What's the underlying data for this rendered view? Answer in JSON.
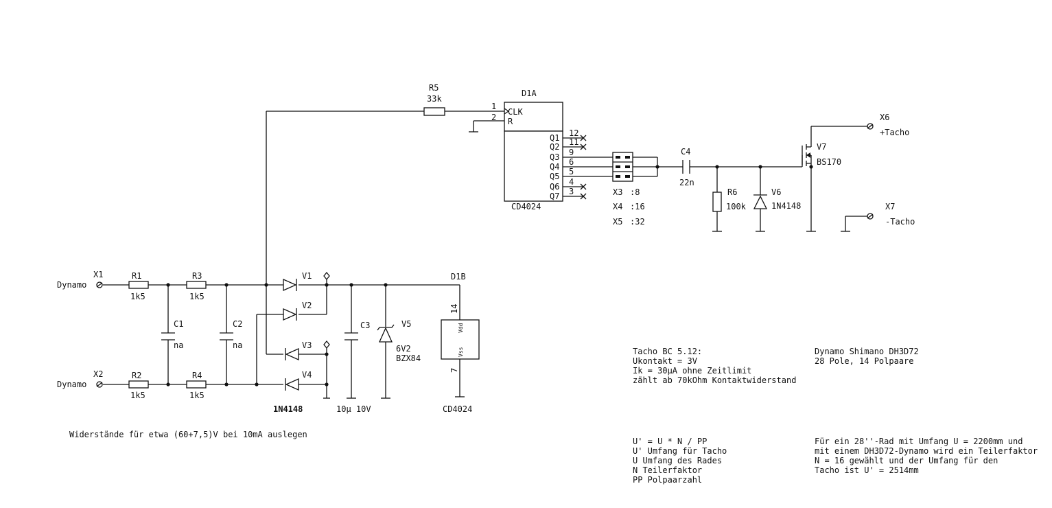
{
  "components": {
    "r5": {
      "ref": "R5",
      "value": "33k"
    },
    "d1a": {
      "ref": "D1A",
      "part": "CD4024",
      "pins": [
        {
          "num": "1",
          "name": "CLK"
        },
        {
          "num": "2",
          "name": "R"
        },
        {
          "num": "12",
          "name": "Q1"
        },
        {
          "num": "11",
          "name": "Q2"
        },
        {
          "num": "9",
          "name": "Q3"
        },
        {
          "num": "6",
          "name": "Q4"
        },
        {
          "num": "5",
          "name": "Q5"
        },
        {
          "num": "4",
          "name": "Q6"
        },
        {
          "num": "3",
          "name": "Q7"
        }
      ]
    },
    "jumpers": [
      {
        "ref": "X3",
        "ratio": ":8"
      },
      {
        "ref": "X4",
        "ratio": ":16"
      },
      {
        "ref": "X5",
        "ratio": ":32"
      }
    ],
    "c4": {
      "ref": "C4",
      "value": "22n"
    },
    "r6": {
      "ref": "R6",
      "value": "100k"
    },
    "v6": {
      "ref": "V6",
      "value": "1N4148"
    },
    "v7": {
      "ref": "V7",
      "value": "BS170"
    },
    "x6": {
      "ref": "X6",
      "label": "+Tacho"
    },
    "x7": {
      "ref": "X7",
      "label": "-Tacho"
    },
    "x1": {
      "ref": "X1",
      "label": "Dynamo"
    },
    "x2": {
      "ref": "X2",
      "label": "Dynamo"
    },
    "r1": {
      "ref": "R1",
      "value": "1k5"
    },
    "r2": {
      "ref": "R2",
      "value": "1k5"
    },
    "r3": {
      "ref": "R3",
      "value": "1k5"
    },
    "r4": {
      "ref": "R4",
      "value": "1k5"
    },
    "c1": {
      "ref": "C1",
      "value": "na"
    },
    "c2": {
      "ref": "C2",
      "value": "na"
    },
    "c3": {
      "ref": "C3",
      "value": "10µ 10V"
    },
    "v1": {
      "ref": "V1"
    },
    "v2": {
      "ref": "V2"
    },
    "v3": {
      "ref": "V3"
    },
    "v4": {
      "ref": "V4"
    },
    "bridge_part": "1N4148",
    "v5": {
      "ref": "V5",
      "value": "6V2",
      "part": "BZX84"
    },
    "d1b": {
      "ref": "D1B",
      "part": "CD4024",
      "pin_vdd": "14",
      "pin_vss": "7",
      "vdd": "Vdd",
      "vss": "Vss"
    }
  },
  "notes": {
    "resistor_note": "Widerstände für etwa (60+7,5)V bei 10mA auslegen",
    "tacho": [
      "Tacho BC 5.12:",
      "Ukontakt = 3V",
      "Ik = 30µA ohne Zeitlimit",
      "zählt ab 70kOhm Kontaktwiderstand"
    ],
    "dynamo": [
      "Dynamo Shimano DH3D72",
      "28 Pole, 14 Polpaare"
    ],
    "formula": [
      "U' = U * N / PP",
      "U' Umfang für Tacho",
      "U Umfang des Rades",
      "N Teilerfaktor",
      "PP Polpaarzahl"
    ],
    "example": [
      "Für ein 28''-Rad mit Umfang U = 2200mm und",
      "mit einem DH3D72-Dynamo wird ein Teilerfaktor",
      "N = 16 gewählt und der Umfang für den",
      "Tacho ist U' = 2514mm"
    ]
  }
}
